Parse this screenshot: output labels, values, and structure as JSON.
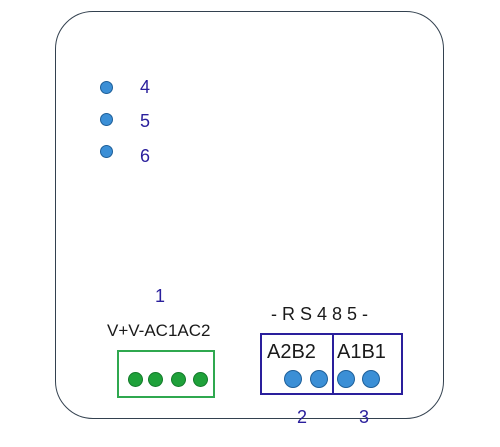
{
  "indicators": [
    {
      "number": "4"
    },
    {
      "number": "5"
    },
    {
      "number": "6"
    }
  ],
  "power_terminal": {
    "number": "1",
    "label": "V+V-AC1AC2"
  },
  "rs485": {
    "title": "- R S 4 8 5 -",
    "port2": {
      "label": "A2B2",
      "number": "2"
    },
    "port3": {
      "label": "A1B1",
      "number": "3"
    }
  },
  "colors": {
    "outline": "#33414f",
    "number_text": "#2a1f9c",
    "green_terminal": "#2fa84f",
    "blue_terminal": "#2a1f9c",
    "led": "#3b8fd6"
  }
}
